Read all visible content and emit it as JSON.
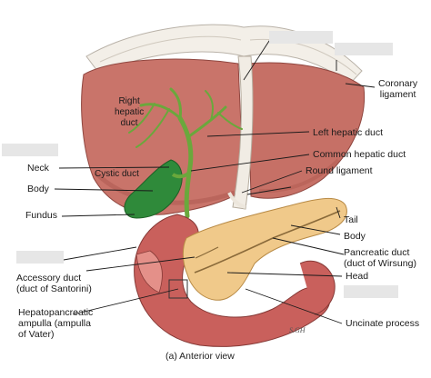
{
  "labels": {
    "coronary_ligament": "Coronary\nligament",
    "right_hepatic_duct": "Right\nhepatic\nduct",
    "left_hepatic_duct": "Left hepatic duct",
    "common_hepatic_duct": "Common hepatic duct",
    "neck": "Neck",
    "cystic_duct": "Cystic duct",
    "round_ligament": "Round ligament",
    "body_gallbladder": "Body",
    "fundus": "Fundus",
    "tail": "Tail",
    "body_pancreas": "Body",
    "pancreatic_duct": "Pancreatic duct\n(duct of Wirsung)",
    "accessory_duct": "Accessory duct\n(duct of Santorini)",
    "head": "Head",
    "hepatopancreatic_ampulla": "Hepatopancreatic\nampulla (ampulla\nof Vater)",
    "uncinate_process": "Uncinate process",
    "caption": "(a) Anterior view",
    "signature": "S.GH"
  },
  "colors": {
    "liver": "#c9746a",
    "liver_shade": "#a9544c",
    "gallbladder": "#2f8a3a",
    "bile_duct": "#6aa83c",
    "pancreas": "#f0c98a",
    "duodenum": "#c9605c",
    "ligament": "#f4f0ea",
    "blank_box": "#e6e6e6"
  }
}
